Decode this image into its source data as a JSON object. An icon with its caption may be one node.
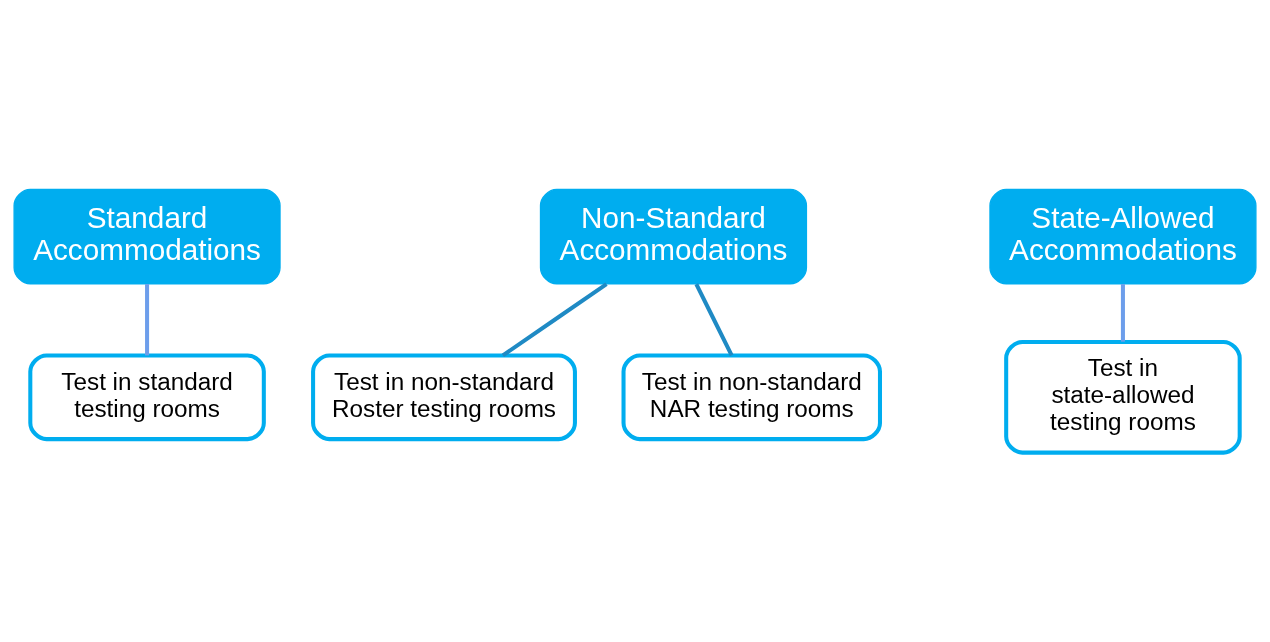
{
  "diagram": {
    "nodes": [
      {
        "text": [
          "Standard Accommodations"
        ]
      },
      {
        "text": [
          "Test in standard testing rooms"
        ]
      },
      {
        "text": [
          "Non-Standard Accommodations"
        ]
      },
      {
        "text": [
          "Test in non-standard Roster testing rooms"
        ]
      },
      {
        "text": [
          "Test in non-standard NAR testing rooms"
        ]
      },
      {
        "text": [
          "State-Allowed Accommodations"
        ]
      },
      {
        "text": [
          "Test in state-allowed testing rooms"
        ]
      }
    ],
    "edges": [
      {
        "from": 0,
        "to": 1,
        "arrow": "none"
      },
      {
        "from": 2,
        "to": 3,
        "arrow": "none",
        "color": "#1f8ac4"
      },
      {
        "from": 2,
        "to": 4,
        "arrow": "none",
        "color": "#1f8ac4"
      },
      {
        "from": 5,
        "to": 6,
        "arrow": "none"
      }
    ]
  }
}
